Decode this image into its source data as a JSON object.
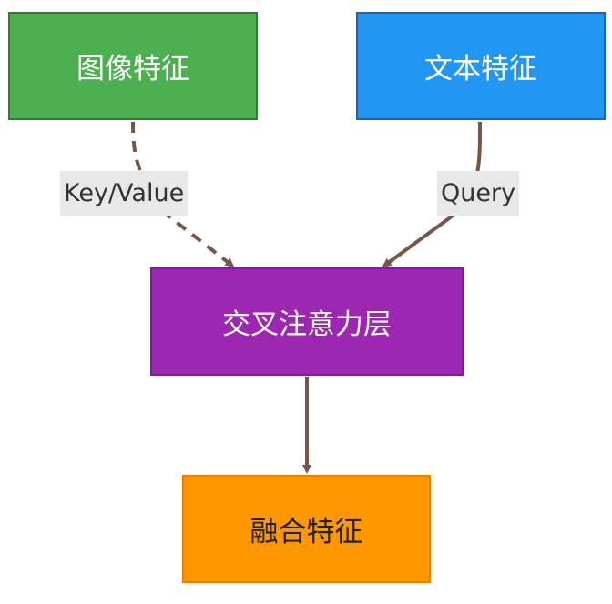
{
  "nodes": {
    "image_features": "图像特征",
    "text_features": "文本特征",
    "cross_attention": "交叉注意力层",
    "fused_features": "融合特征"
  },
  "edges": {
    "key_value": "Key/Value",
    "query": "Query"
  },
  "colors": {
    "image_node": "#4caf50",
    "text_node": "#2196f3",
    "cross_node": "#9c27b0",
    "fused_node": "#ff9800",
    "edge": "#795548"
  }
}
